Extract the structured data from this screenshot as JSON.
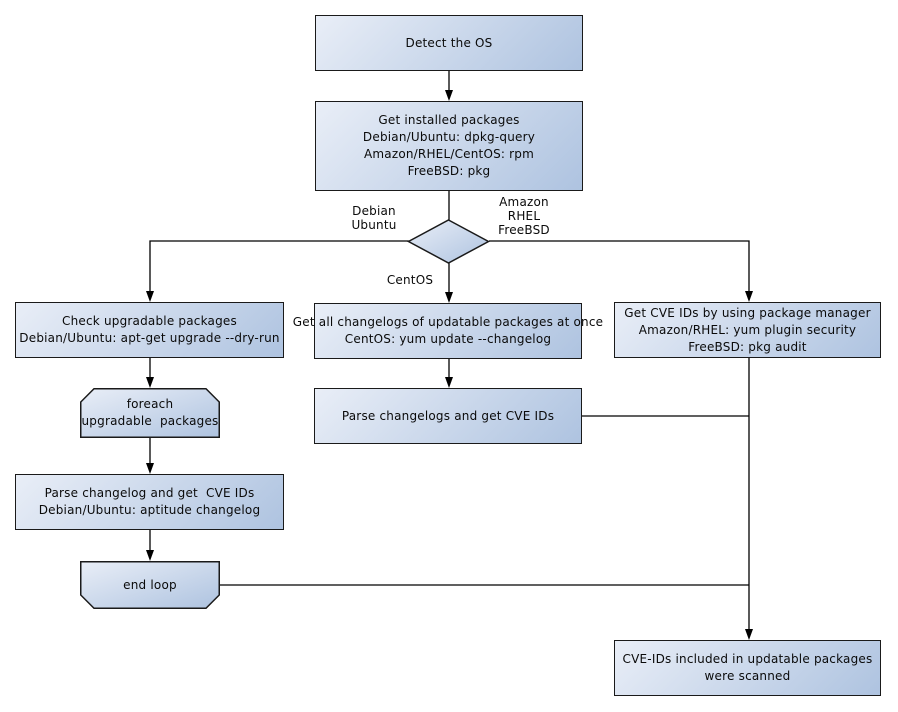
{
  "diagram_type": "flowchart",
  "colors": {
    "node_fill_light": "#e9eef7",
    "node_fill_dark": "#aec3e0",
    "node_border": "#1a1a1a",
    "connector": "#000000",
    "text": "#0a0a0a",
    "background": "#ffffff"
  },
  "nodes": {
    "detect_os": {
      "shape": "rect",
      "lines": [
        "Detect the OS"
      ]
    },
    "get_installed_packages": {
      "shape": "rect",
      "lines": [
        "Get installed packages",
        "Debian/Ubuntu: dpkg-query",
        "Amazon/RHEL/CentOS: rpm",
        "FreeBSD: pkg"
      ]
    },
    "os_decision": {
      "shape": "diamond",
      "lines": []
    },
    "check_upgradable_packages": {
      "shape": "rect",
      "lines": [
        "Check upgradable packages",
        "Debian/Ubuntu: apt-get upgrade --dry-run"
      ]
    },
    "get_all_changelogs": {
      "shape": "rect",
      "lines": [
        "Get all changelogs of updatable packages at once",
        "CentOS: yum update --changelog"
      ]
    },
    "get_cve_ids_package_manager": {
      "shape": "rect",
      "lines": [
        "Get CVE IDs by using package manager",
        "Amazon/RHEL: yum plugin security",
        "FreeBSD: pkg audit"
      ]
    },
    "foreach_loop": {
      "shape": "loop-start",
      "lines": [
        "foreach",
        "upgradable  packages"
      ]
    },
    "parse_changelogs_once": {
      "shape": "rect",
      "lines": [
        "Parse changelogs and get CVE IDs"
      ]
    },
    "parse_changelog_each": {
      "shape": "rect",
      "lines": [
        "Parse changelog and get  CVE IDs",
        "Debian/Ubuntu: aptitude changelog"
      ]
    },
    "end_loop": {
      "shape": "loop-end",
      "lines": [
        "end loop"
      ]
    },
    "cve_ids_scanned": {
      "shape": "rect",
      "lines": [
        "CVE-IDs included in updatable packages",
        "were scanned"
      ]
    }
  },
  "edge_labels": {
    "debian_ubuntu": [
      "Debian",
      "Ubuntu"
    ],
    "amazon_rhel_freebsd": [
      "Amazon",
      "RHEL",
      "FreeBSD"
    ],
    "centos": "CentOS"
  }
}
